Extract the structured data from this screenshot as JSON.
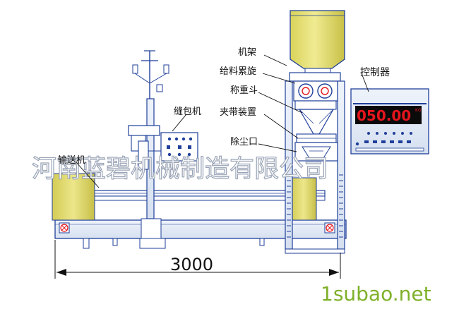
{
  "labels": {
    "frame": "机架",
    "feed_screw": "给料累旋",
    "weigh_hopper": "称重斗",
    "bag_clamp": "夹带装置",
    "dust_port": "除尘口",
    "sewing_machine": "缝包机",
    "conveyor": "输送机",
    "controller": "控制器"
  },
  "display": {
    "reading": "050.00",
    "unit": "KG"
  },
  "dimension": {
    "width": "3000"
  },
  "watermark": {
    "company": "河南蓝碧机械制造有限公司",
    "site": "1subao.net"
  },
  "colors": {
    "line": "#1f3f9a",
    "fill_yellow": "#e6e07a",
    "fill_yellow_dark": "#c9c24a",
    "display_red": "#e4151c",
    "display_bg": "#0a0a0a",
    "button_blue": "#1f3f9a"
  }
}
